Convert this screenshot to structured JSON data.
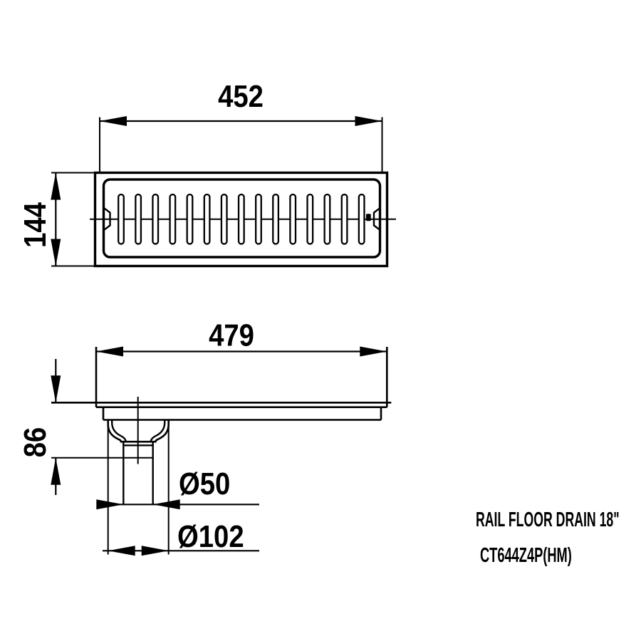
{
  "page": {
    "background_color": "#ffffff",
    "line_color": "#000000"
  },
  "title_block": {
    "line1": "RAIL FLOOR DRAIN 18\"",
    "line2": "CT644Z4P(HM)"
  },
  "top_view": {
    "width_dim": "452",
    "height_dim": "144",
    "slot_count": 15
  },
  "side_view": {
    "width_dim": "479",
    "depth_dim": "86",
    "outlet_diameter_dim": "Ø50",
    "flange_diameter_dim": "Ø102"
  }
}
